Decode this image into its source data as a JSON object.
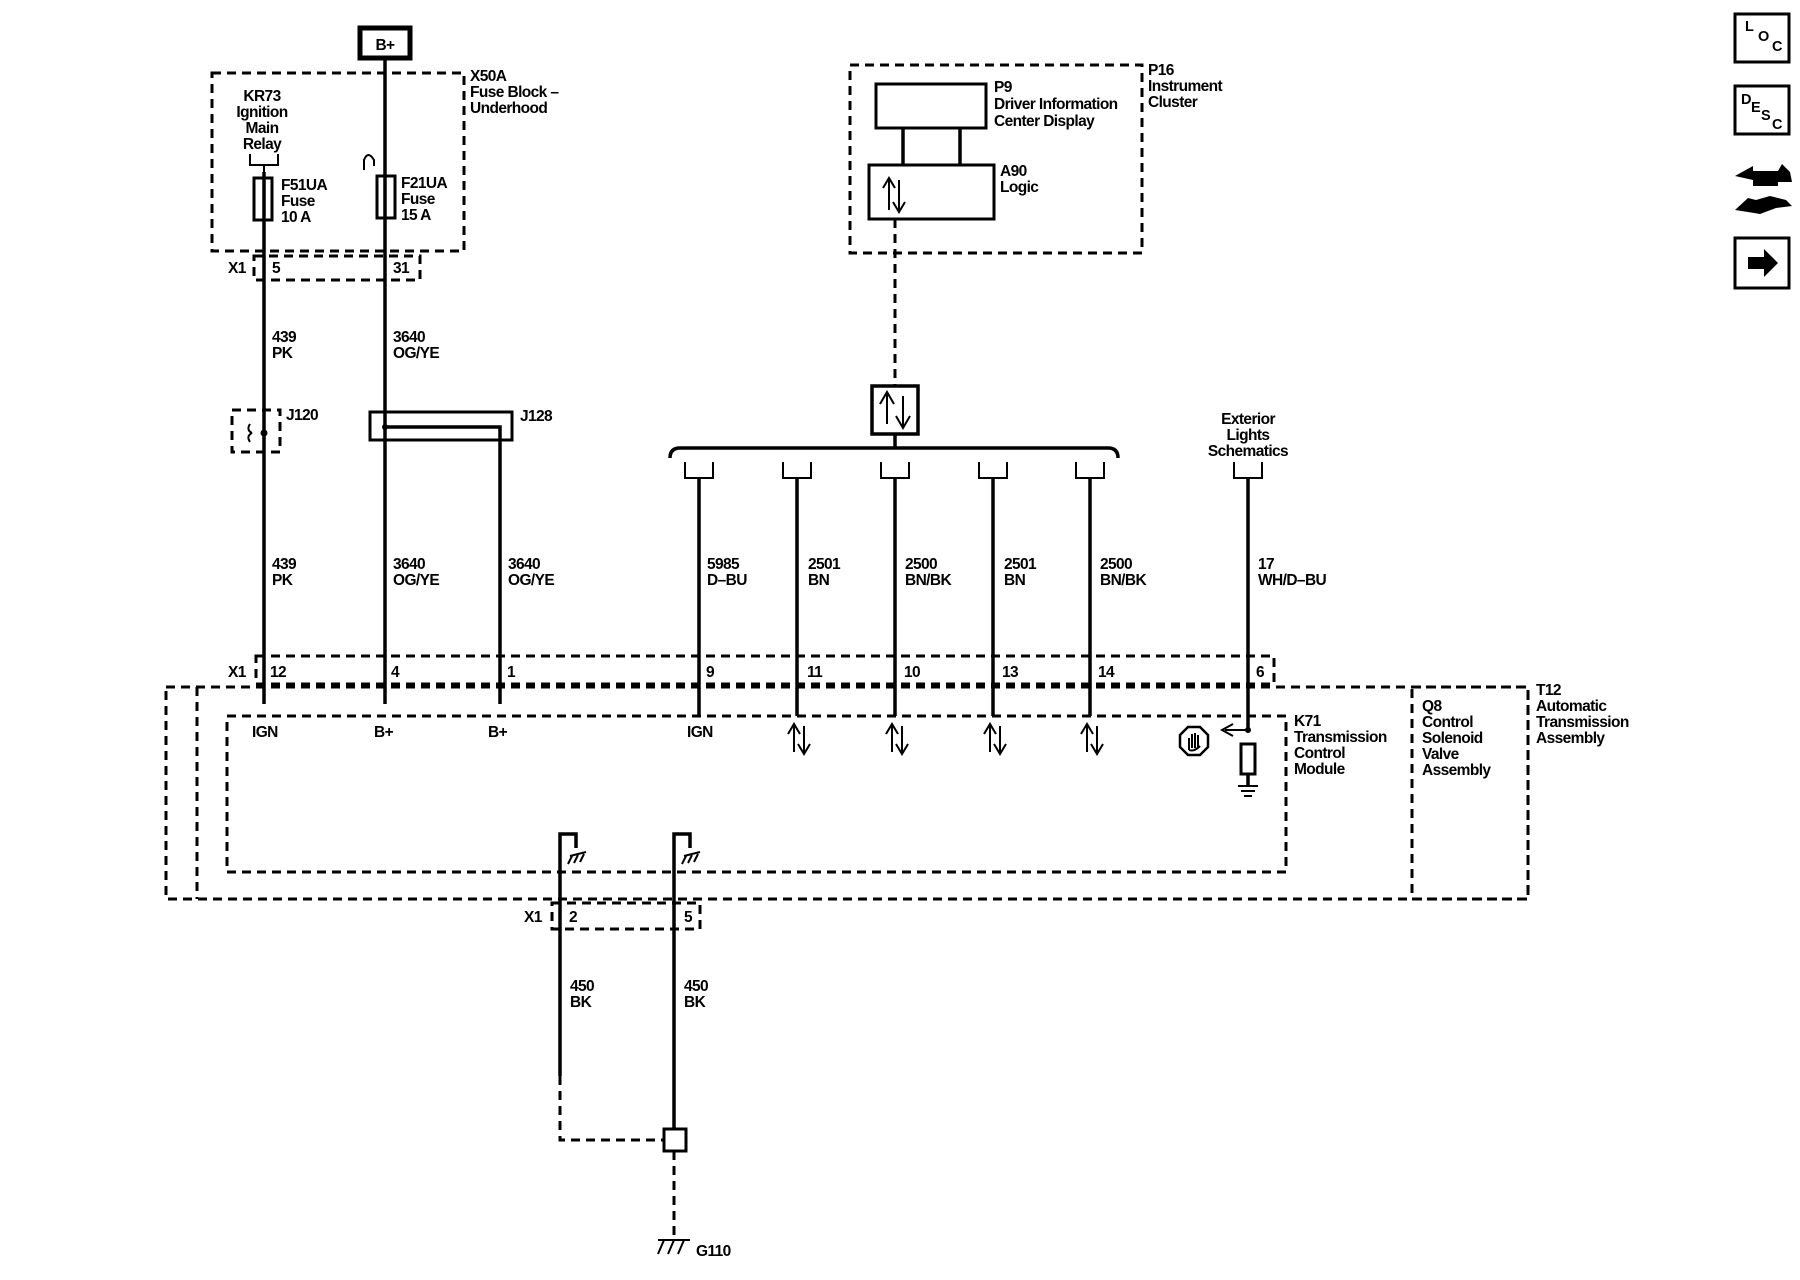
{
  "power": {
    "label": "B+"
  },
  "fuse_block": {
    "id": "X50A",
    "line1": "Fuse Block –",
    "line2": "Underhood",
    "relay": [
      "KR73",
      "Ignition",
      "Main",
      "Relay"
    ],
    "fuse1": [
      "F51UA",
      "Fuse",
      "10 A"
    ],
    "fuse2": [
      "F21UA",
      "Fuse",
      "15 A"
    ],
    "connector": "X1",
    "pins": [
      "5",
      "31"
    ]
  },
  "cluster": {
    "id": "P16",
    "line1": "Instrument",
    "line2": "Cluster",
    "display": [
      "P9",
      "Driver Information",
      "Center Display"
    ],
    "logic": [
      "A90",
      "Logic"
    ]
  },
  "splices": {
    "j120": "J120",
    "j128": "J128"
  },
  "exterior": [
    "Exterior",
    "Lights",
    "Schematics"
  ],
  "upper_wires": [
    {
      "circuit": "439",
      "color": "PK"
    },
    {
      "circuit": "3640",
      "color": "OG/YE"
    }
  ],
  "lower_wires": [
    {
      "circuit": "439",
      "color": "PK"
    },
    {
      "circuit": "3640",
      "color": "OG/YE"
    },
    {
      "circuit": "3640",
      "color": "OG/YE"
    },
    {
      "circuit": "5985",
      "color": "D–BU"
    },
    {
      "circuit": "2501",
      "color": "BN"
    },
    {
      "circuit": "2500",
      "color": "BN/BK"
    },
    {
      "circuit": "2501",
      "color": "BN"
    },
    {
      "circuit": "2500",
      "color": "BN/BK"
    },
    {
      "circuit": "17",
      "color": "WH/D–BU"
    }
  ],
  "tcm_connector": {
    "id": "X1",
    "pins": [
      "12",
      "4",
      "1",
      "9",
      "11",
      "10",
      "13",
      "14",
      "6"
    ]
  },
  "tcm_terminals": [
    "IGN",
    "B+",
    "B+",
    "IGN"
  ],
  "tcm": [
    "K71",
    "Transmission",
    "Control",
    "Module"
  ],
  "solenoid": [
    "Q8",
    "Control",
    "Solenoid",
    "Valve",
    "Assembly"
  ],
  "transmission": [
    "T12",
    "Automatic",
    "Transmission",
    "Assembly"
  ],
  "ground_connector": {
    "id": "X1",
    "pins": [
      "2",
      "5"
    ]
  },
  "ground_wires": [
    {
      "circuit": "450",
      "color": "BK"
    },
    {
      "circuit": "450",
      "color": "BK"
    }
  ],
  "ground": {
    "label": "G110"
  },
  "nav": {
    "loc": [
      "L",
      "O",
      "C"
    ],
    "desc": [
      "D",
      "E",
      "S",
      "C"
    ],
    "icons": [
      "connector-end-view-icon",
      "next-page-arrow-icon"
    ]
  }
}
